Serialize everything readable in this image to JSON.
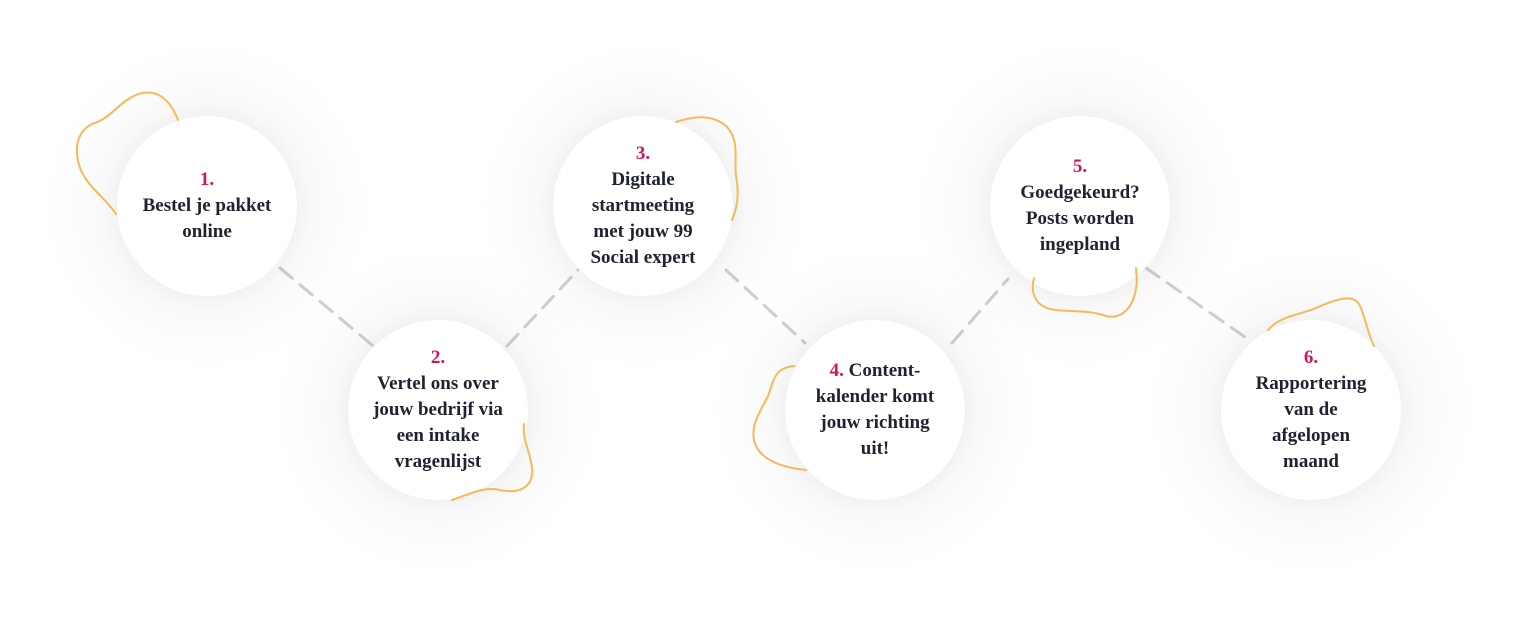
{
  "colors": {
    "number": "#d4145a",
    "text": "#1f2230",
    "squiggle": "#f7b955",
    "connector": "#cfd0d3",
    "circle": "#ffffff"
  },
  "steps": [
    {
      "number": "1.",
      "text": "Bestel je pakket online"
    },
    {
      "number": "2.",
      "text": "Vertel ons over jouw bedrijf via een intake vragenlijst"
    },
    {
      "number": "3.",
      "text": "Digitale startmeeting met jouw 99 Social expert"
    },
    {
      "number": "4.",
      "text": "Content-kalender komt jouw richting uit!"
    },
    {
      "number": "5.",
      "text": "Goedgekeurd? Posts worden ingepland"
    },
    {
      "number": "6.",
      "text": "Rapportering van de afgelopen maand"
    }
  ]
}
